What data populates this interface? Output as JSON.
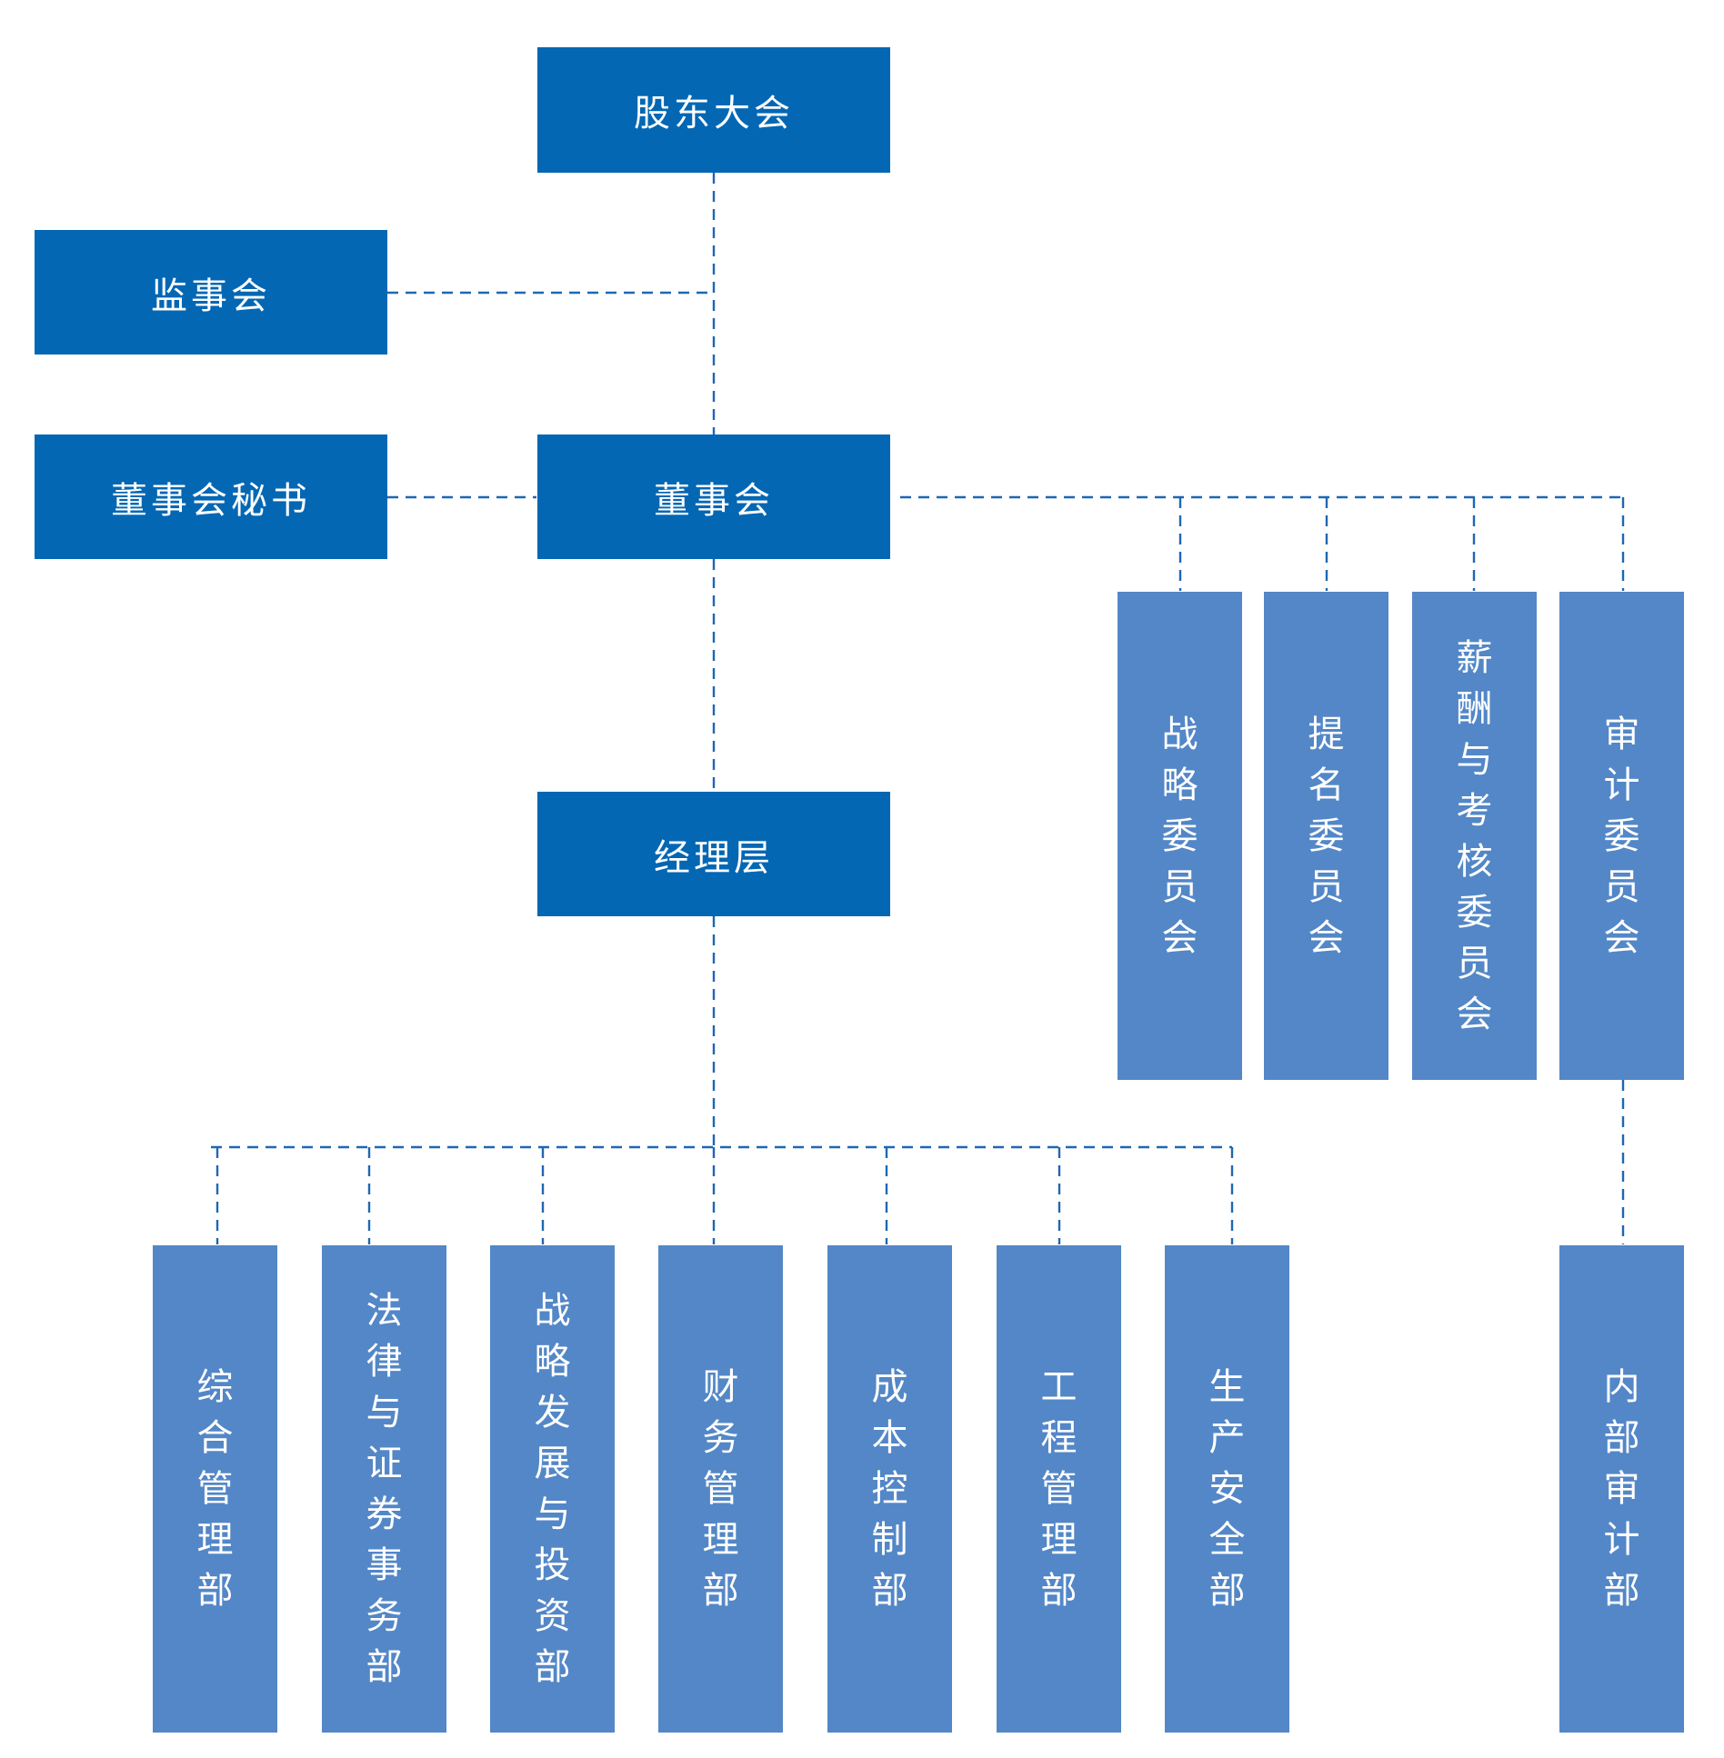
{
  "diagram": {
    "colors": {
      "primary_box": "#0367b4",
      "secondary_box": "#5387c7",
      "connector": "#1f67b2",
      "text": "#ffffff"
    },
    "top": {
      "shareholders_meeting": "股东大会",
      "supervisory_board": "监事会",
      "board_secretary": "董事会秘书",
      "board_of_directors": "董事会",
      "management": "经理层"
    },
    "committees": [
      "战略委员会",
      "提名委员会",
      "薪酬与考核委员会",
      "审计委员会"
    ],
    "departments": [
      "综合管理部",
      "法律与证券事务部",
      "战略发展与投资部",
      "财务管理部",
      "成本控制部",
      "工程管理部",
      "生产安全部"
    ],
    "internal_audit": "内部审计部"
  }
}
